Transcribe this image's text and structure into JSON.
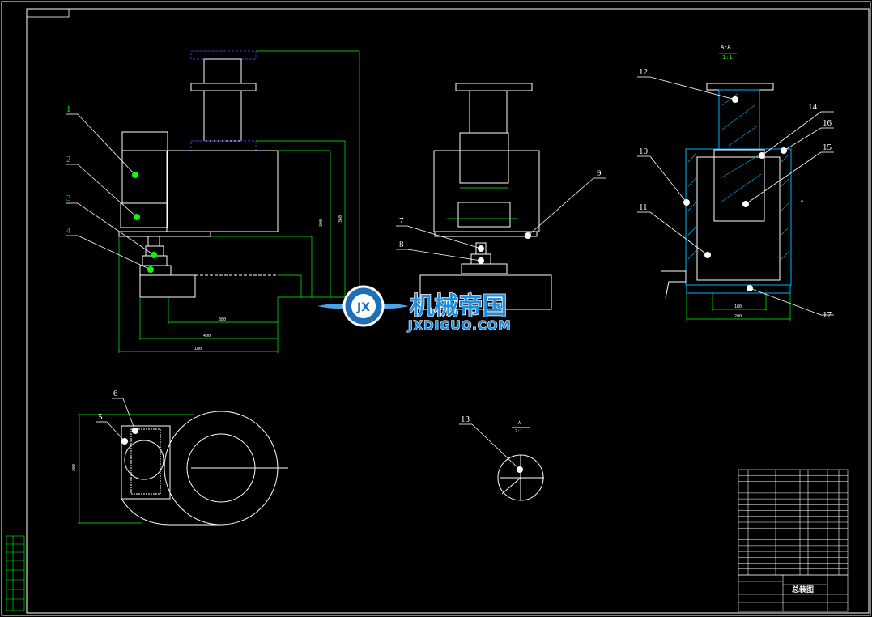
{
  "drawing": {
    "title_block_title": "总装图",
    "section_label": "A-A",
    "section_scale": "1:1",
    "detail_label": "A",
    "detail_scale": "2:1",
    "section_arrow_label": "A"
  },
  "part_labels": {
    "p1": "1",
    "p2": "2",
    "p3": "3",
    "p4": "4",
    "p5": "5",
    "p6": "6",
    "p7": "7",
    "p8": "8",
    "p9": "9",
    "p10": "10",
    "p11": "11",
    "p12": "12",
    "p13": "13",
    "p14": "14",
    "p15": "15",
    "p16": "16",
    "p17": "17"
  },
  "dimensions": {
    "front_w1": "380",
    "front_w2": "400",
    "front_w3": "180",
    "front_h1": "300",
    "front_h2": "360",
    "section_w1": "180",
    "section_w2": "200",
    "plan_h": "200"
  },
  "watermark": {
    "logo_letters": "JX",
    "text_cn": "机械帝国",
    "text_en": "JXDIGUO.COM"
  },
  "colors": {
    "outline": "#ffffff",
    "green": "#00ff00",
    "blue": "#3a3aff",
    "hatch": "#00b4ff",
    "border": "#ffffff"
  }
}
